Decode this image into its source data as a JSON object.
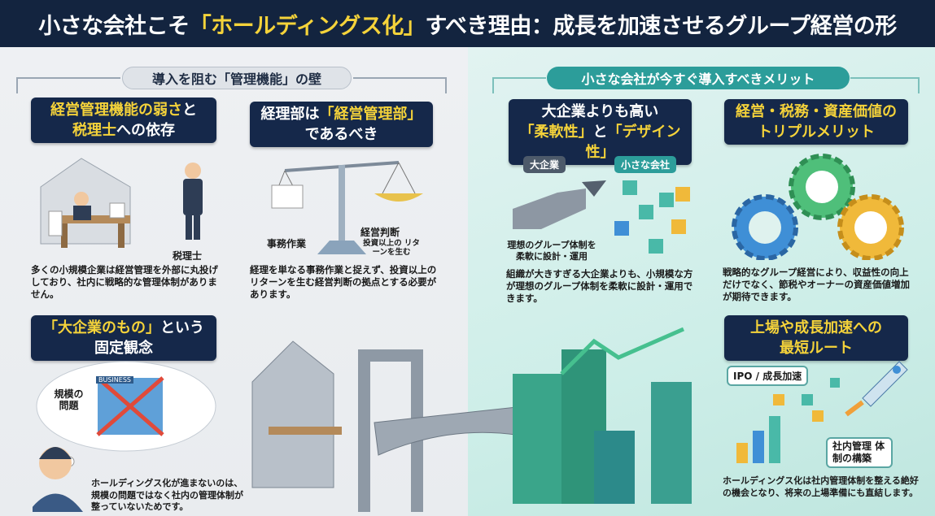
{
  "title": {
    "before": "小さな会社こそ",
    "highlight": "「ホールディングス化」",
    "after": "すべき理由：成長を加速させるグループ経営の形"
  },
  "sections": {
    "left": "導入を阻む「管理機能」の壁",
    "right": "小さな会社が今すぐ導入すべきメリット"
  },
  "cards": [
    {
      "line1_hl": "経営管理機能の弱さ",
      "line1_rest": "と",
      "line2_hl": "税理士",
      "line2_rest": "への依存",
      "labels": {
        "tax_accountant": "税理士"
      },
      "body": "多くの小規模企業は経営管理を外部に丸投げしており、社内に戦略的な管理体制がありません。"
    },
    {
      "line1_rest": "経理部は",
      "line1_hl": "「経営管理部」",
      "line2_rest": "であるべき",
      "labels": {
        "clerical": "事務作業",
        "judgment": "経営判断",
        "return": "投資以上の リターンを生む"
      },
      "body": "経理を単なる事務作業と捉えず、投資以上のリターンを生む経営判断の拠点とする必要があります。"
    },
    {
      "line1_rest": "大企業よりも高い",
      "line2_hl1": "「柔軟性」",
      "line2_mid": "と",
      "line2_hl2": "「デザイン性」",
      "labels": {
        "big": "大企業",
        "small": "小さな会社",
        "caption": "理想のグループ体制を 柔軟に設計・運用"
      },
      "body": "組織が大きすぎる大企業よりも、小規模な方が理想のグループ体制を柔軟に設計・運用できます。"
    },
    {
      "line1_hl": "経営・税務・資産価値の",
      "line2_hl": "トリプルメリット",
      "body": "戦略的なグループ経営により、収益性の向上だけでなく、節税やオーナーの資産価値増加が期待できます。"
    },
    {
      "line1_hl": "「大企業のもの」",
      "line1_rest": "という",
      "line2_rest": "固定観念",
      "labels": {
        "scale": "規模の 問題",
        "business": "BUSINESS"
      },
      "body": "ホールディングス化が進まないのは、規模の問題ではなく社内の管理体制が整っていないためです。"
    },
    {
      "line1_hl": "上場や成長加速への",
      "line2_hl": "最短ルート",
      "labels": {
        "ipo": "IPO / 成長加速",
        "internal": "社内管理 体制の構築"
      },
      "body": "ホールディングス化は社内管理体制を整える絶好の機会となり、将来の上場準備にも直結します。"
    }
  ],
  "colors": {
    "navy": "#15284a",
    "yellow": "#f5d33a",
    "teal": "#2c9d9a"
  }
}
